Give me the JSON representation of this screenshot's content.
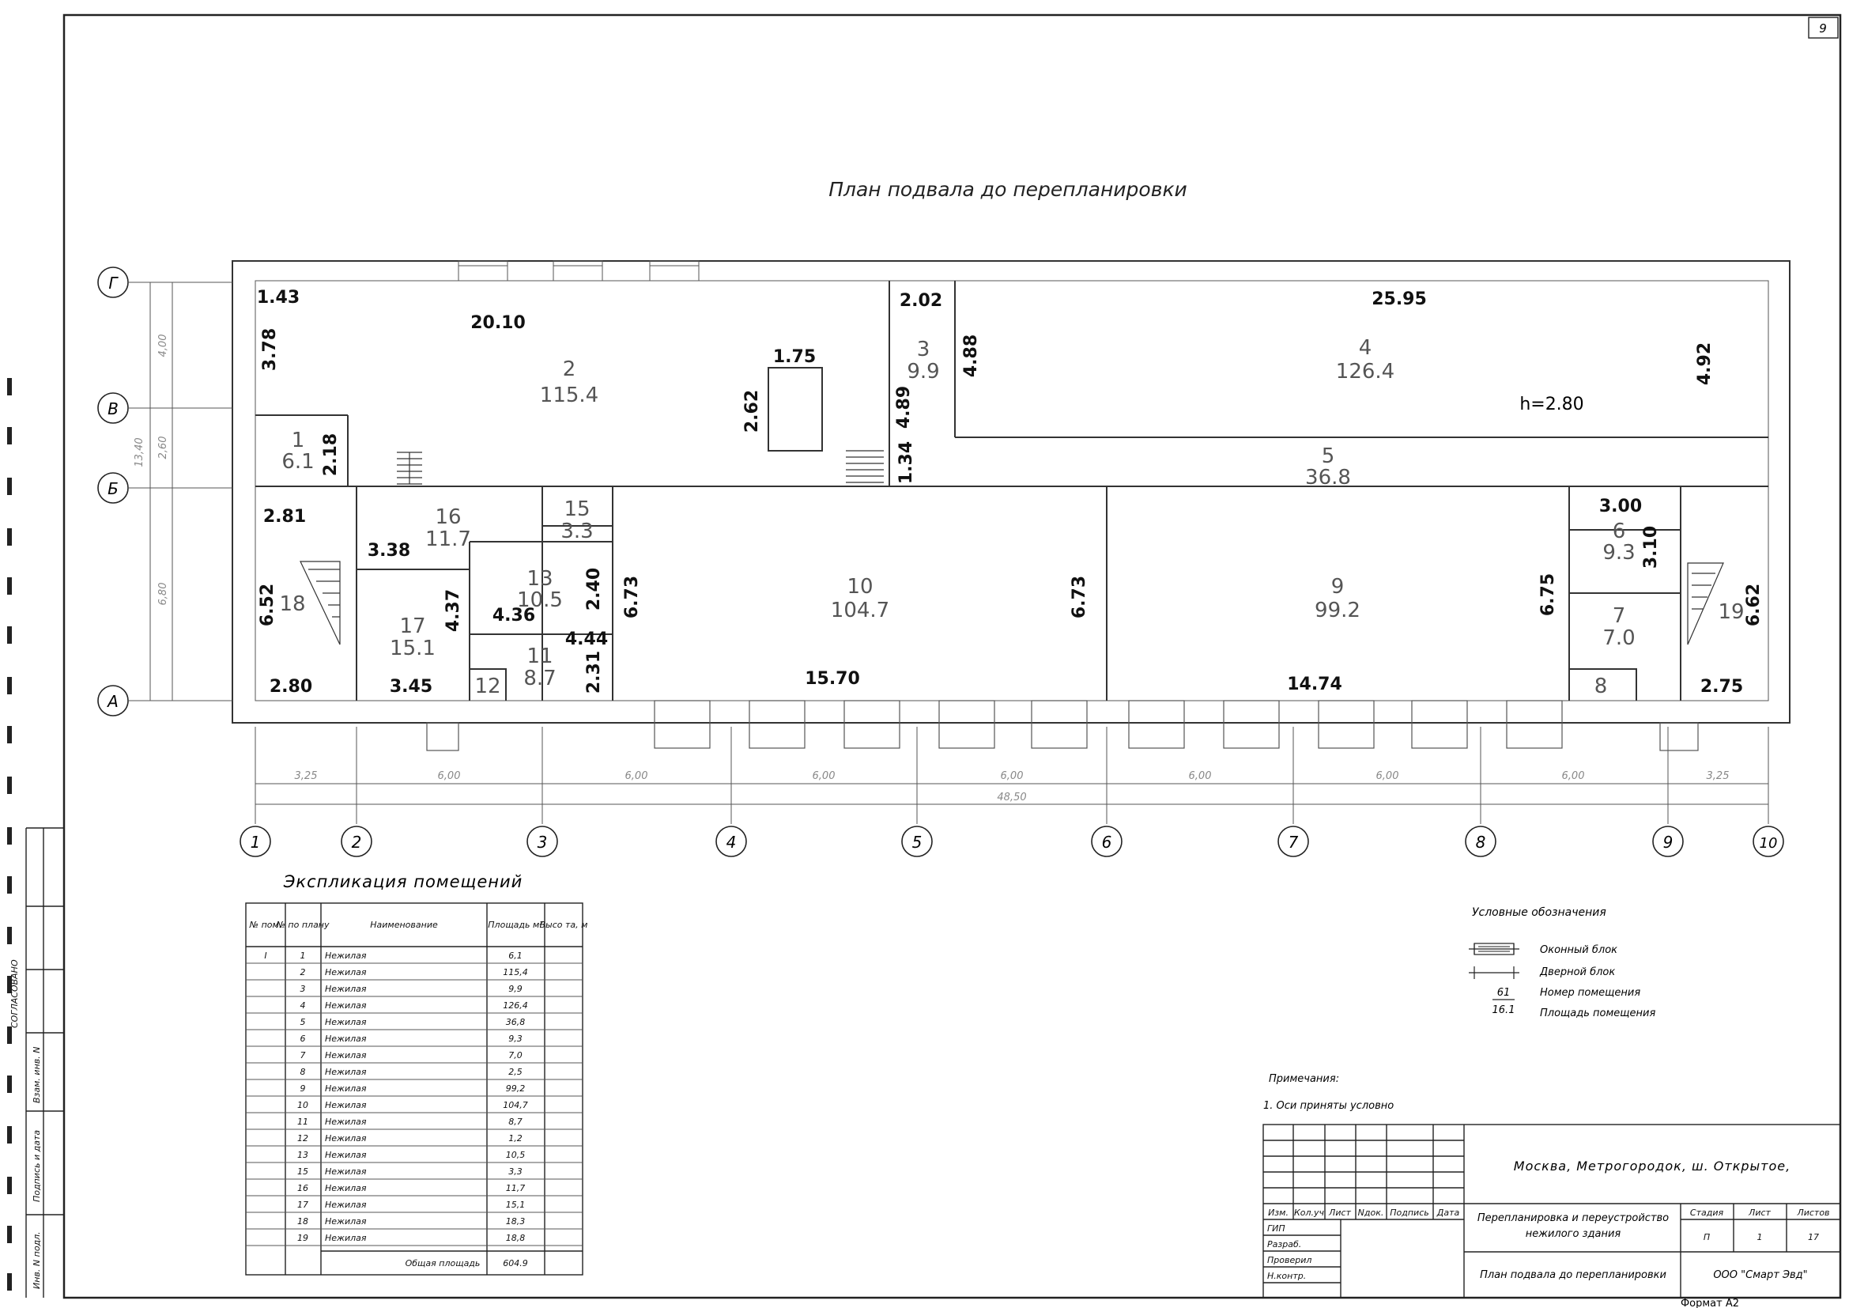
{
  "sheet": {
    "page_number": "9",
    "title": "План подвала до перепланировки",
    "format": "Формат А2"
  },
  "plan": {
    "axes_rows": [
      "Г",
      "В",
      "Б",
      "А"
    ],
    "axes_cols": [
      "1",
      "2",
      "3",
      "4",
      "5",
      "6",
      "7",
      "8",
      "9",
      "10"
    ],
    "row_dims": [
      "4,00",
      "2,60",
      "6,80"
    ],
    "row_total": "13,40",
    "col_dims": [
      "3,25",
      "6,00",
      "6,00",
      "6,00",
      "6,00",
      "6,00",
      "6,00",
      "6,00",
      "3,25"
    ],
    "col_total": "48,50",
    "height_note": "h=2.80",
    "rooms": [
      {
        "num": "1",
        "area": "6.1"
      },
      {
        "num": "2",
        "area": "115.4"
      },
      {
        "num": "3",
        "area": "9.9"
      },
      {
        "num": "4",
        "area": "126.4"
      },
      {
        "num": "5",
        "area": "36.8"
      },
      {
        "num": "6",
        "area": "9.3"
      },
      {
        "num": "7",
        "area": "7.0"
      },
      {
        "num": "8",
        "area": ""
      },
      {
        "num": "9",
        "area": "99.2"
      },
      {
        "num": "10",
        "area": "104.7"
      },
      {
        "num": "11",
        "area": "8.7"
      },
      {
        "num": "12",
        "area": ""
      },
      {
        "num": "13",
        "area": "10.5"
      },
      {
        "num": "15",
        "area": "3.3"
      },
      {
        "num": "16",
        "area": "11.7"
      },
      {
        "num": "17",
        "area": "15.1"
      },
      {
        "num": "18",
        "area": ""
      },
      {
        "num": "19",
        "area": ""
      }
    ],
    "dims": [
      "1.43",
      "20.10",
      "3.78",
      "1.75",
      "2.62",
      "2.02",
      "4.88",
      "4.89",
      "1.34",
      "25.95",
      "4.92",
      "2.18",
      "2.81",
      "3.38",
      "6.52",
      "2.80",
      "4.37",
      "3.45",
      "4.36",
      "2.40",
      "4.44",
      "2.31",
      "6.73",
      "15.70",
      "6.73",
      "14.74",
      "6.75",
      "3.00",
      "3.10",
      "6.62",
      "2.75"
    ]
  },
  "explication": {
    "title": "Экспликация помещений",
    "headers": [
      "№ пом.",
      "№ по плану",
      "Наименование",
      "Площадь м²",
      "Высо та, м"
    ],
    "rows": [
      [
        "I",
        "1",
        "Нежилая",
        "6,1",
        ""
      ],
      [
        "",
        "2",
        "Нежилая",
        "115,4",
        ""
      ],
      [
        "",
        "3",
        "Нежилая",
        "9,9",
        ""
      ],
      [
        "",
        "4",
        "Нежилая",
        "126,4",
        ""
      ],
      [
        "",
        "5",
        "Нежилая",
        "36,8",
        ""
      ],
      [
        "",
        "6",
        "Нежилая",
        "9,3",
        ""
      ],
      [
        "",
        "7",
        "Нежилая",
        "7,0",
        ""
      ],
      [
        "",
        "8",
        "Нежилая",
        "2,5",
        ""
      ],
      [
        "",
        "9",
        "Нежилая",
        "99,2",
        ""
      ],
      [
        "",
        "10",
        "Нежилая",
        "104,7",
        ""
      ],
      [
        "",
        "11",
        "Нежилая",
        "8,7",
        ""
      ],
      [
        "",
        "12",
        "Нежилая",
        "1,2",
        ""
      ],
      [
        "",
        "13",
        "Нежилая",
        "10,5",
        ""
      ],
      [
        "",
        "15",
        "Нежилая",
        "3,3",
        ""
      ],
      [
        "",
        "16",
        "Нежилая",
        "11,7",
        ""
      ],
      [
        "",
        "17",
        "Нежилая",
        "15,1",
        ""
      ],
      [
        "",
        "18",
        "Нежилая",
        "18,3",
        ""
      ],
      [
        "",
        "19",
        "Нежилая",
        "18,8",
        ""
      ]
    ],
    "total_label": "Общая площадь",
    "total_value": "604.9"
  },
  "legend": {
    "title": "Условные обозначения",
    "window": "Оконный блок",
    "door": "Дверной блок",
    "sample_num": "61",
    "sample_area": "16.1",
    "room_number": "Номер помещения",
    "room_area": "Площадь помещения"
  },
  "notes": {
    "title": "Примечания:",
    "items": [
      "1.  Оси приняты условно"
    ]
  },
  "stamp": {
    "headers": [
      "Изм.",
      "Кол.уч",
      "Лист",
      "Nдок.",
      "Подпись",
      "Дата"
    ],
    "address": "Москва, Метрогородок, ш. Открытое,",
    "project": "Перепланировка и переустройство нежилого здания",
    "stage_h": "Стадия",
    "sheet_h": "Лист",
    "sheets_h": "Листов",
    "stage": "П",
    "sheet": "1",
    "sheets": "17",
    "roles": [
      "ГИП",
      "Разраб.",
      "Проверил",
      "Н.контр."
    ],
    "drawing": "План подвала до перепланировки",
    "company": "ООО \"Смарт Эвд\""
  },
  "margin": {
    "labels": [
      "Инв. N подл.",
      "Подпись и дата",
      "Взам. инв. N",
      "СОГЛАСОВАНО"
    ]
  }
}
